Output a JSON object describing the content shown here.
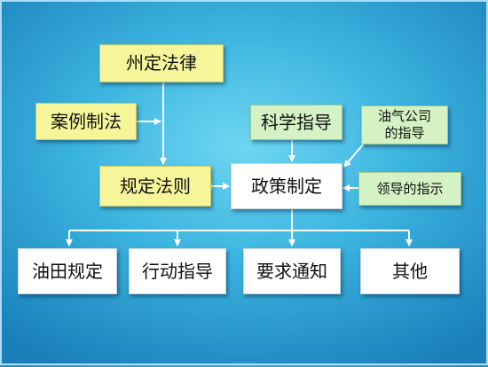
{
  "nodes": {
    "zhou_law": "州定法律",
    "case_law": "案例制法",
    "rules": "规定法则",
    "science": "科学指导",
    "oil_company": "油气公司\n的指导",
    "policy": "政策制定",
    "leader": "领导的指示",
    "oilfield": "油田规定",
    "action": "行动指导",
    "notice": "要求通知",
    "other": "其他"
  },
  "colors": {
    "yellow": "#f7f59a",
    "green": "#d4f2c4",
    "white": "#ffffff",
    "connector": "#ffffff"
  }
}
